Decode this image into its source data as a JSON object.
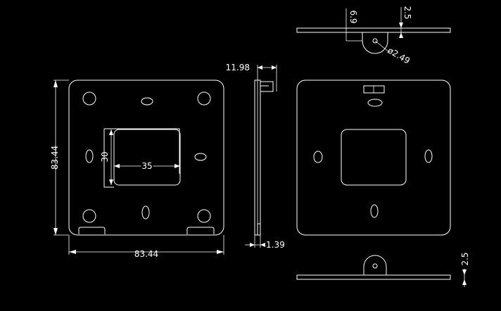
{
  "drawing": {
    "views": [
      "front-view",
      "side-view",
      "back-view",
      "top-view",
      "bottom-view"
    ],
    "dimensions": {
      "width": "83.44",
      "height": "83.44",
      "window_height": "30",
      "window_width": "35",
      "side_offset": "11.98",
      "thickness": "1.39",
      "top_6_9": "6.9",
      "top_2_5": "2.5",
      "hole_diameter": "ø2.49",
      "bottom_2_5": "2.5"
    },
    "colors": {
      "background": "#000000",
      "lines": "#ffffff"
    }
  }
}
